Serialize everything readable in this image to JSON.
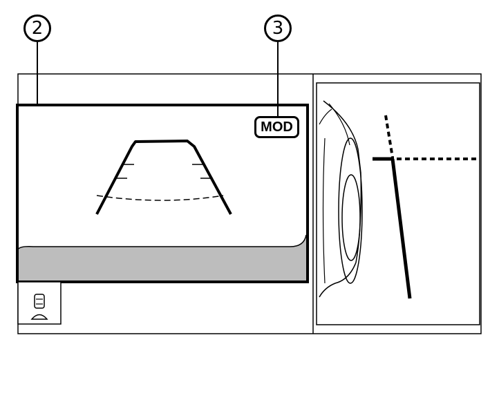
{
  "callouts": [
    {
      "id": "2",
      "label": "2"
    },
    {
      "id": "3",
      "label": "3"
    }
  ],
  "rear_view": {
    "mode_badge": "MOD",
    "ground_band_color": "#bdbdbd"
  },
  "icons": {
    "vehicle_view_icon": "car-top-view-icon"
  }
}
